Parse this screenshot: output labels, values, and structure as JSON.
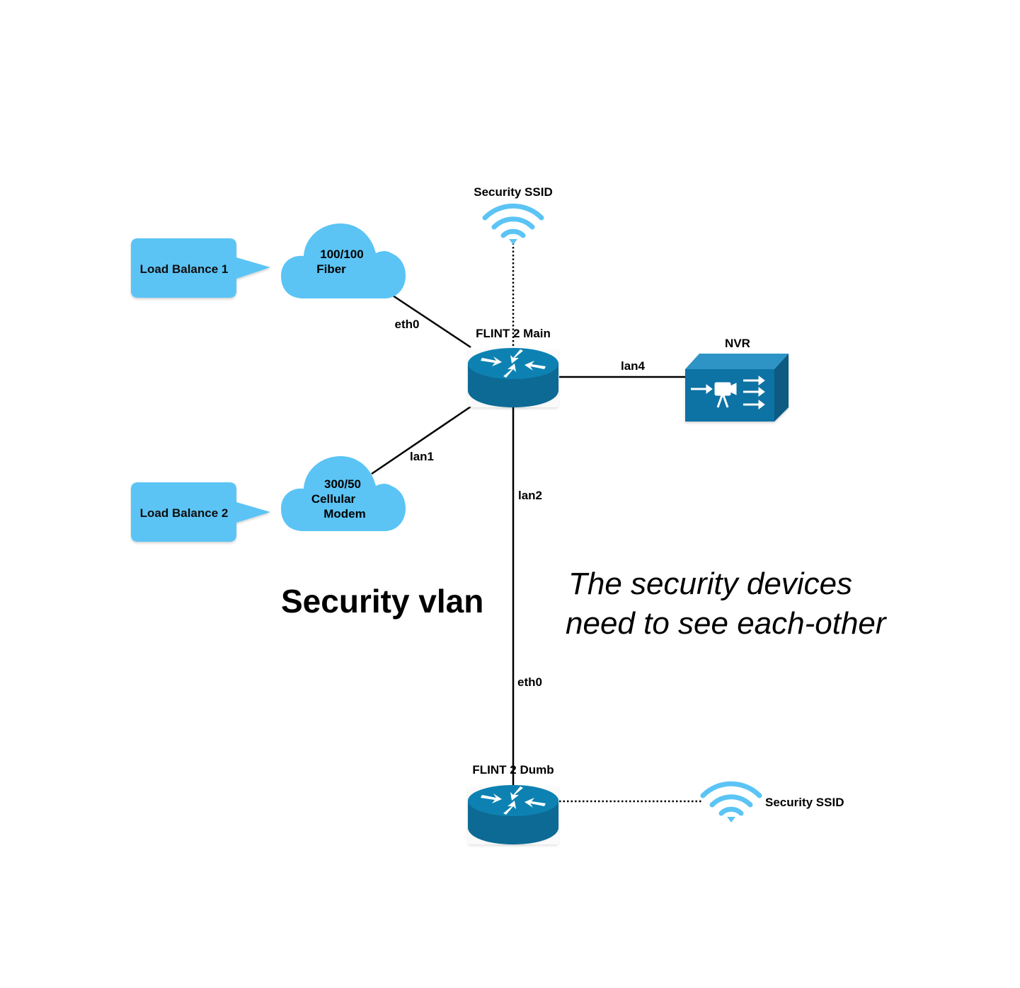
{
  "colors": {
    "cloud": "#5bc4f5",
    "callout": "#5bc4f5",
    "router_body": "#0a6a94",
    "router_top": "#0d82b2",
    "nvr_front": "#0a72a4",
    "nvr_side": "#2f94c6",
    "wifi": "#5bc4f5",
    "link": "#000000"
  },
  "callouts": {
    "lb1": "Load Balance 1",
    "lb2": "Load Balance 2"
  },
  "clouds": {
    "fiber": {
      "line1": "100/100",
      "line2": "Fiber"
    },
    "cellular": {
      "line1": "300/50",
      "line2": "Cellular",
      "line3": "Modem"
    }
  },
  "devices": {
    "main_router": "FLINT 2 Main",
    "dumb_router": "FLINT 2 Dumb",
    "nvr": "NVR"
  },
  "wifi": {
    "top": "Security SSID",
    "bottom": "Security SSID"
  },
  "links": {
    "fiber_port": "eth0",
    "cellular_port": "lan1",
    "nvr_port": "lan4",
    "trunk_upper_port": "lan2",
    "trunk_lower_port": "eth0"
  },
  "title": "Security vlan",
  "note": {
    "line1": "The security devices",
    "line2": "need to see each-other"
  },
  "icons": {
    "router": "router-icon",
    "nvr": "nvr-camera-icon",
    "wifi": "wifi-icon",
    "cloud": "cloud-icon"
  }
}
